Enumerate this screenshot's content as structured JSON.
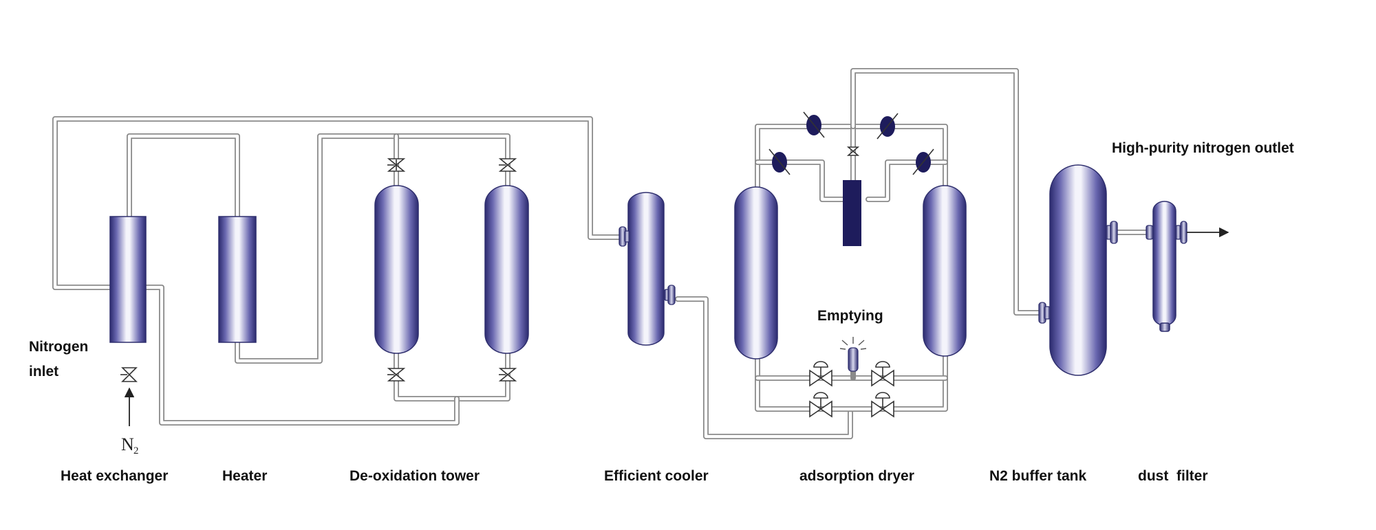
{
  "labels": {
    "nitrogen_inlet_line1": "Nitrogen",
    "nitrogen_inlet_line2": "inlet",
    "n2_symbol": "N",
    "n2_subscript": "2",
    "emptying": "Emptying",
    "outlet": "High-purity nitrogen outlet"
  },
  "components": [
    {
      "id": "heat-exchanger",
      "label": "Heat exchanger"
    },
    {
      "id": "heater",
      "label": "Heater"
    },
    {
      "id": "deoxidation-tower",
      "label": "De-oxidation tower"
    },
    {
      "id": "efficient-cooler",
      "label": "Efficient cooler"
    },
    {
      "id": "adsorption-dryer",
      "label": "adsorption dryer"
    },
    {
      "id": "n2-buffer-tank",
      "label": "N2 buffer tank"
    },
    {
      "id": "dust-filter",
      "label": "dust  filter"
    }
  ],
  "colors": {
    "vessel_dark": "#2b2a6e",
    "vessel_mid": "#6a68b0",
    "vessel_light": "#f4f4fb",
    "pipe_outline": "#8a8a8a",
    "valve_body": "#1e1c5c"
  }
}
